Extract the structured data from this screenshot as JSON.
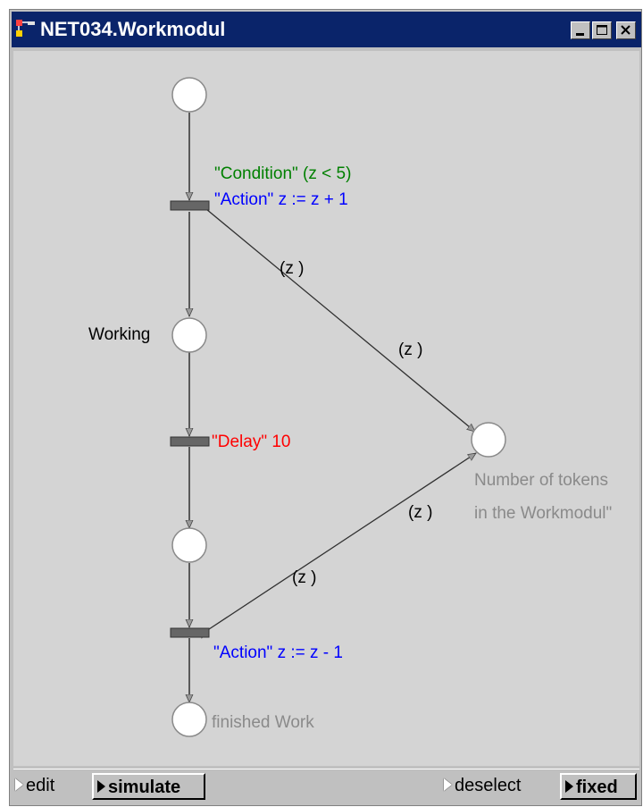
{
  "window": {
    "title": "NET034.Workmodul",
    "controls": [
      "minimize",
      "maximize",
      "close"
    ]
  },
  "net": {
    "places": [
      {
        "id": "p-start",
        "label": ""
      },
      {
        "id": "p-working",
        "label": "Working"
      },
      {
        "id": "p-middle",
        "label": ""
      },
      {
        "id": "p-finished",
        "label": "finished Work"
      },
      {
        "id": "p-counter",
        "label_line1": "Number of tokens",
        "label_line2": "in the Workmodul\""
      }
    ],
    "transitions": [
      {
        "id": "t1",
        "condition": "\"Condition\" (z < 5)",
        "action": "\"Action\" z := z + 1"
      },
      {
        "id": "t2",
        "delay": "\"Delay\" 10"
      },
      {
        "id": "t3",
        "action": "\"Action\" z := z - 1"
      }
    ],
    "arc_labels": {
      "t1_counter_near_t1": "(z )",
      "t1_counter_near_counter": "(z )",
      "t3_counter_near_counter": "(z )",
      "t3_counter_near_t3": "(z )"
    },
    "colors": {
      "condition": "#008000",
      "action": "#0000ff",
      "delay": "#ff0000",
      "muted_label": "#8a8a8a",
      "transition_bar": "#666666"
    }
  },
  "statusbar": {
    "edit": "edit",
    "simulate": "simulate",
    "deselect": "deselect",
    "fixed": "fixed"
  }
}
